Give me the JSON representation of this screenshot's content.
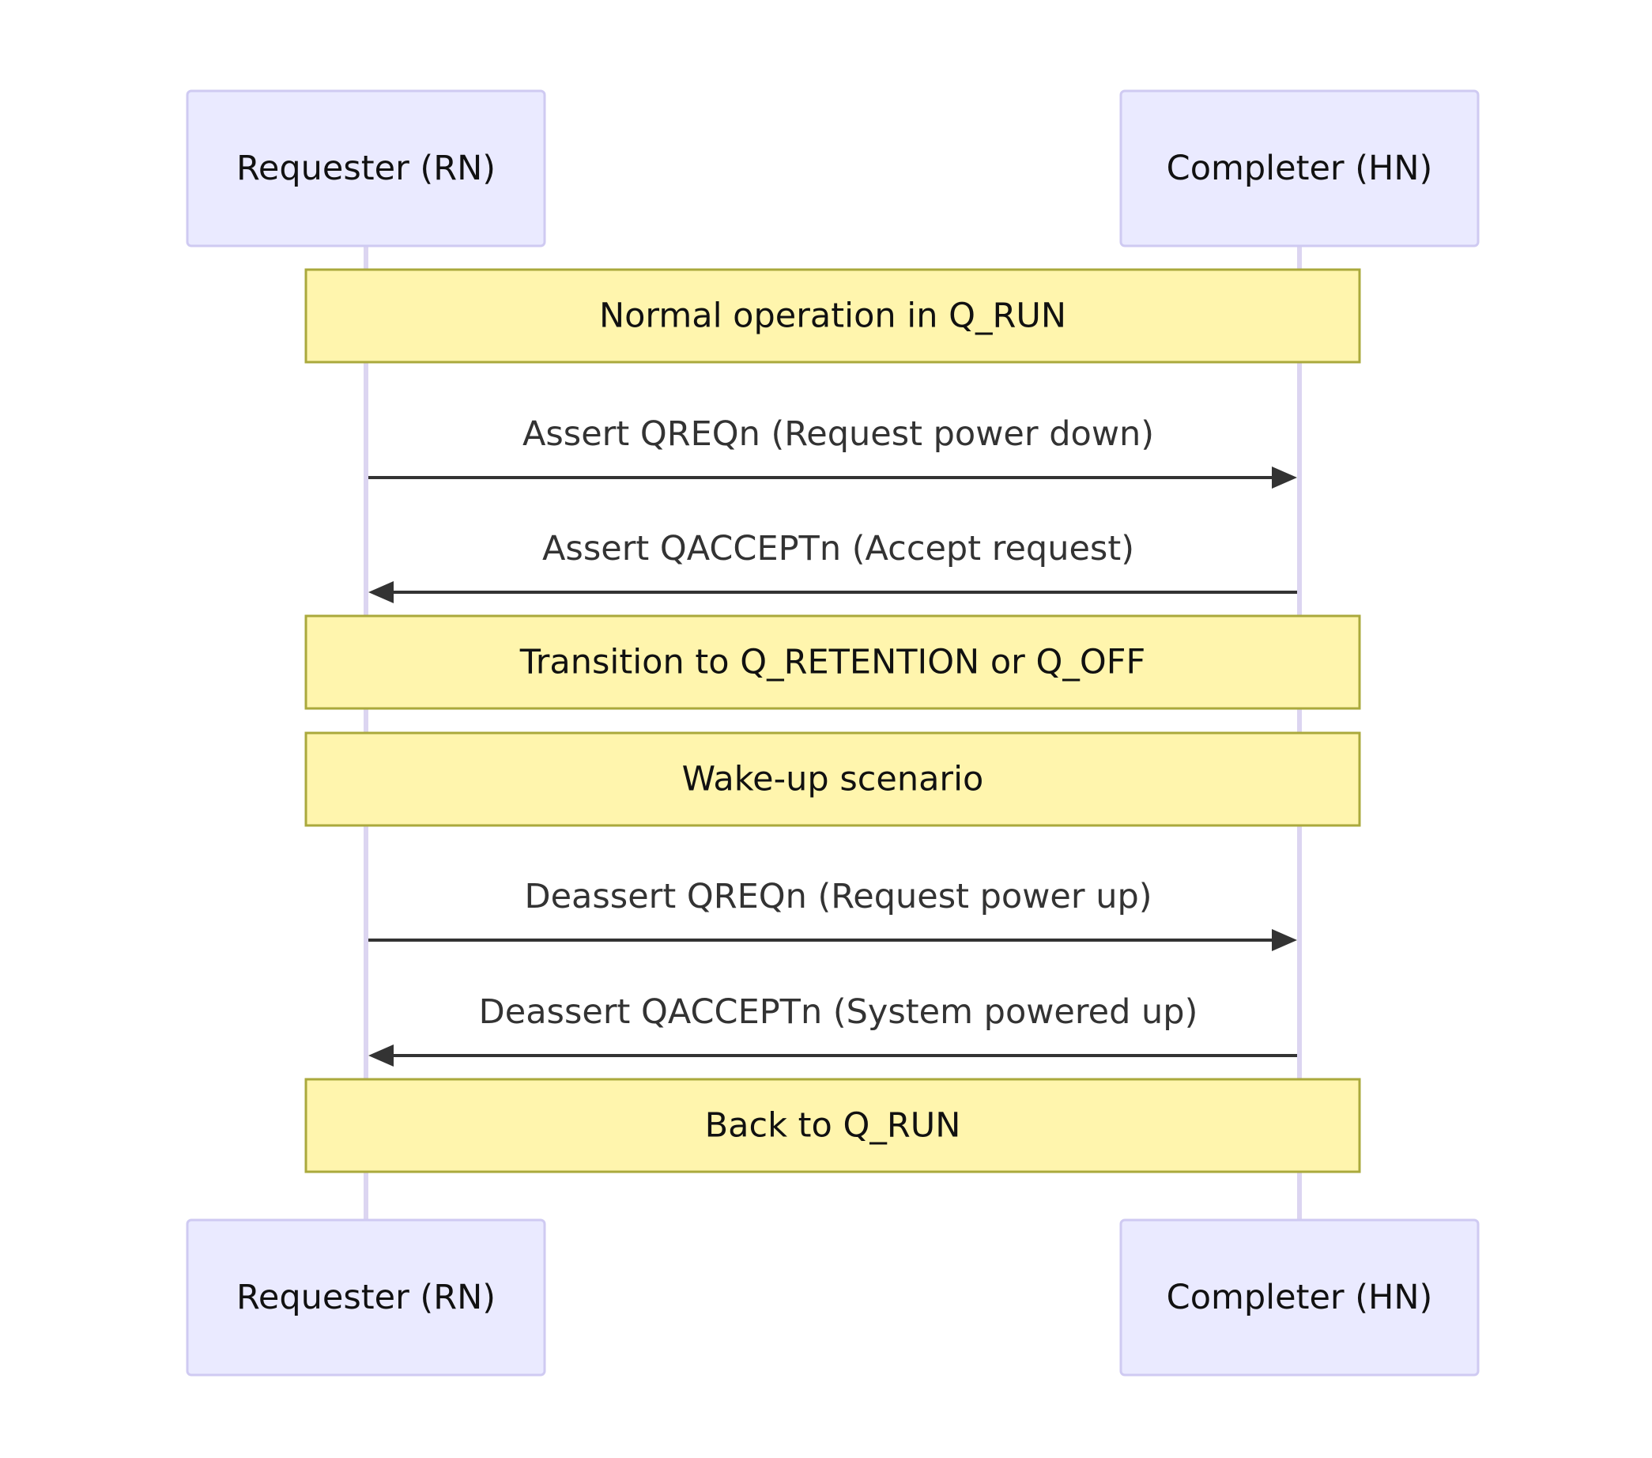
{
  "diagram": {
    "type": "sequence",
    "participants": [
      {
        "id": "rn",
        "label": "Requester (RN)"
      },
      {
        "id": "hn",
        "label": "Completer (HN)"
      }
    ],
    "steps": [
      {
        "kind": "note",
        "text": "Normal operation in Q_RUN"
      },
      {
        "kind": "message",
        "from": "rn",
        "to": "hn",
        "text": "Assert QREQn (Request power down)"
      },
      {
        "kind": "message",
        "from": "hn",
        "to": "rn",
        "text": "Assert QACCEPTn (Accept request)"
      },
      {
        "kind": "note",
        "text": "Transition to Q_RETENTION or Q_OFF"
      },
      {
        "kind": "note",
        "text": "Wake-up scenario"
      },
      {
        "kind": "message",
        "from": "rn",
        "to": "hn",
        "text": "Deassert QREQn (Request power up)"
      },
      {
        "kind": "message",
        "from": "hn",
        "to": "rn",
        "text": "Deassert QACCEPTn (System powered up)"
      },
      {
        "kind": "note",
        "text": "Back to Q_RUN"
      }
    ],
    "colors": {
      "participant_fill": "#eaeaff",
      "participant_stroke": "#cfcaf2",
      "lifeline": "#dcd5f1",
      "note_fill": "#fff5ad",
      "note_stroke": "#aaa93c",
      "message": "#333333"
    }
  }
}
